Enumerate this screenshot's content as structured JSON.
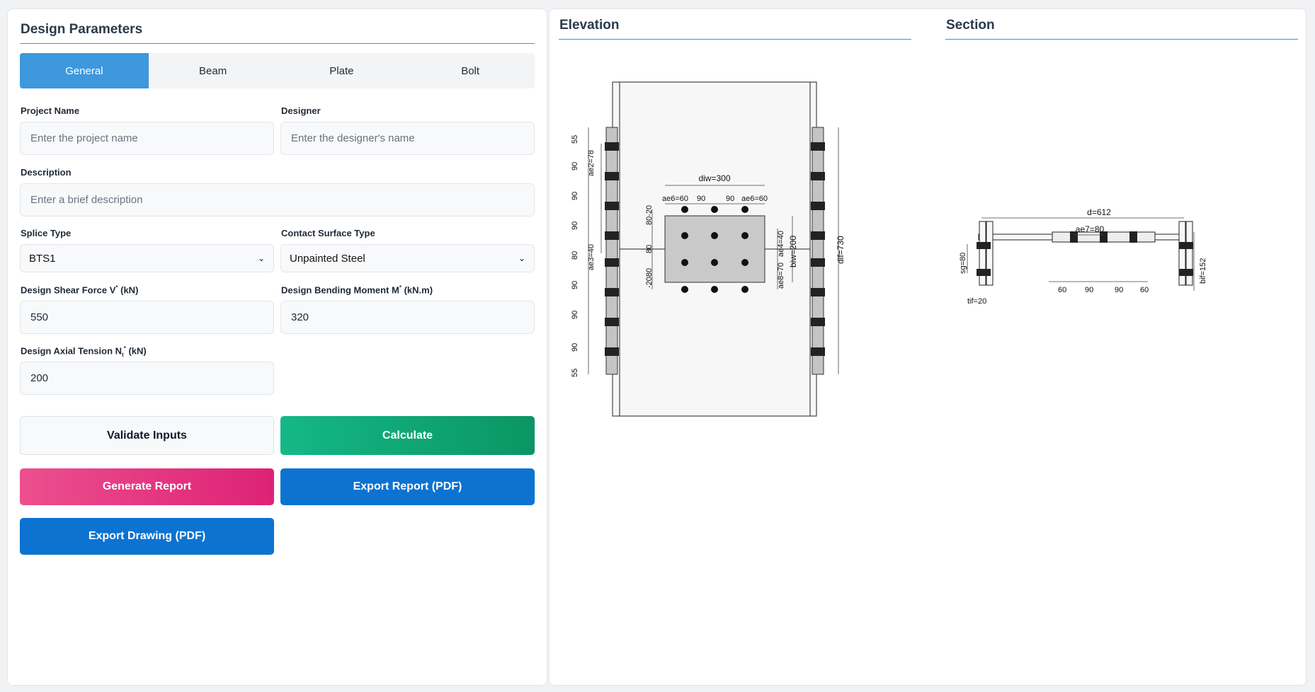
{
  "left": {
    "title": "Design Parameters",
    "tabs": [
      "General",
      "Beam",
      "Plate",
      "Bolt"
    ],
    "fields": {
      "project_name": {
        "label": "Project Name",
        "placeholder": "Enter the project name",
        "value": ""
      },
      "designer": {
        "label": "Designer",
        "placeholder": "Enter the designer's name",
        "value": ""
      },
      "description": {
        "label": "Description",
        "placeholder": "Enter a brief description",
        "value": ""
      },
      "splice_type": {
        "label": "Splice Type",
        "value": "BTS1"
      },
      "contact_surface": {
        "label": "Contact Surface Type",
        "value": "Unpainted Steel"
      },
      "shear_force": {
        "label_main": "Design Shear Force V",
        "label_sup": "*",
        "label_unit": " (kN)",
        "value": "550"
      },
      "bending_moment": {
        "label_main": "Design Bending Moment M",
        "label_sup": "*",
        "label_unit": " (kN.m)",
        "value": "320"
      },
      "axial_tension": {
        "label_main": "Design Axial Tension N",
        "label_sub": "t",
        "label_sup": "*",
        "label_unit": " (kN)",
        "value": "200"
      }
    },
    "buttons": {
      "validate": "Validate Inputs",
      "calculate": "Calculate",
      "generate_report": "Generate Report",
      "export_report": "Export Report (PDF)",
      "export_drawing": "Export Drawing (PDF)"
    }
  },
  "right": {
    "elevation": {
      "title": "Elevation",
      "labels": {
        "diw": "diw=300",
        "ae6_left": "ae6=60",
        "p1": "90",
        "p2": "90",
        "ae6_right": "ae6=60",
        "v8020": "80-20",
        "v80": "80",
        "v2080": "-2080",
        "ae4": "ae4=40",
        "ae8": "ae8=70",
        "biw": "biw=200",
        "dif": "dif=730",
        "ae2": "ae2=78",
        "ae3": "ae3=40",
        "left_dims": [
          "55",
          "90",
          "90",
          "90",
          "80",
          "90",
          "90",
          "90",
          "55"
        ]
      }
    },
    "section": {
      "title": "Section",
      "labels": {
        "d": "d=612",
        "ae7": "ae7=80",
        "sg": "sg=80",
        "bif": "bif=152",
        "tif": "tif=20",
        "bottom_dims": [
          "60",
          "90",
          "90",
          "60"
        ]
      }
    }
  },
  "colors": {
    "accent": "#3d98de",
    "calc_green": "#14b886",
    "report_pink": "#e63a84",
    "export_blue": "#0c73d1"
  }
}
